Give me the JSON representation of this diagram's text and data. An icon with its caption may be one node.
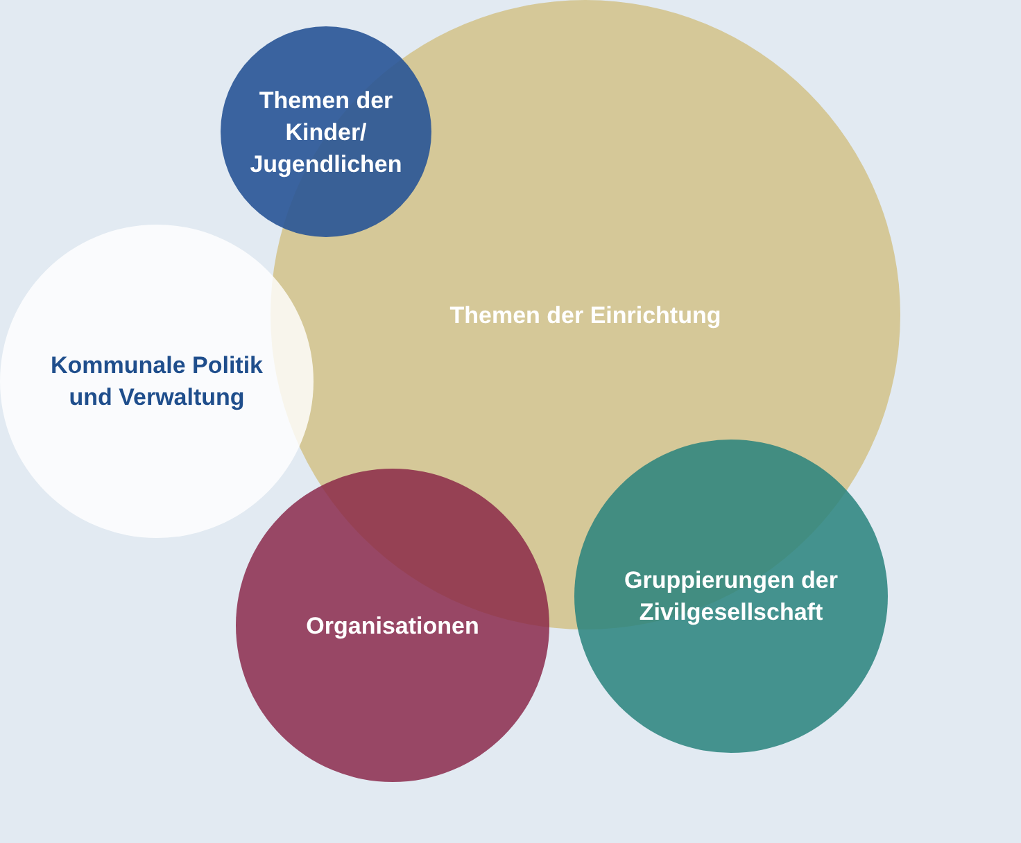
{
  "diagram": {
    "nodes": [
      {
        "text": [
          "Themen der Kinder/ Jugendlichen"
        ]
      },
      {
        "text": [
          "Themen der Einrichtung"
        ]
      },
      {
        "text": [
          "Kommunale Politik und Verwaltung"
        ]
      },
      {
        "text": [
          "Organisationen"
        ]
      },
      {
        "text": [
          "Gruppierungen der Zivilgesellschaft"
        ]
      }
    ]
  }
}
